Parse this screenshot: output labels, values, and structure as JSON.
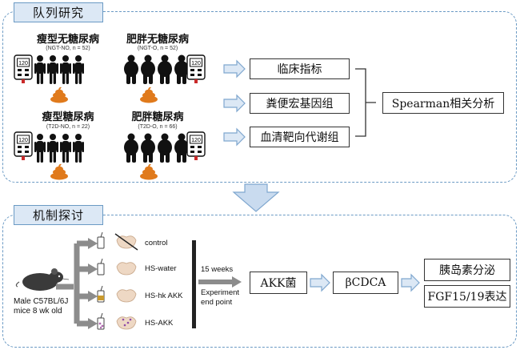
{
  "cohort": {
    "title": "队列研究",
    "groups": [
      {
        "name": "瘦型无糖尿病",
        "sub": "(NGT-NO, n = 52)"
      },
      {
        "name": "肥胖无糖尿病",
        "sub": "(NGT-O, n = 52)"
      },
      {
        "name": "瘦型糖尿病",
        "sub": "(T2D-NO, n = 22)"
      },
      {
        "name": "肥胖糖尿病",
        "sub": "(T2D-O, n = 66)"
      }
    ],
    "analyses": [
      "临床指标",
      "粪便宏基因组",
      "血清靶向代谢组"
    ],
    "integration": "Spearman相关分析"
  },
  "mechanism": {
    "title": "机制探讨",
    "mouse_label_1": "Male C57BL/6J",
    "mouse_label_2": "mice 8 wk old",
    "treatments": [
      "control",
      "HS-water",
      "HS-hk AKK",
      "HS-AKK"
    ],
    "duration": "15 weeks",
    "endpoint_1": "Experiment",
    "endpoint_2": "end point",
    "chain": [
      "AKK菌",
      "βCDCA"
    ],
    "outcomes": [
      "胰岛素分泌",
      "FGF15/19表达"
    ]
  },
  "colors": {
    "panel_border": "#6b9ac4",
    "tag_fill": "#dce8f5",
    "arrow_fill": "#dce8f5",
    "arrow_stroke": "#7fa7cf",
    "stool": "#e07a1c"
  }
}
